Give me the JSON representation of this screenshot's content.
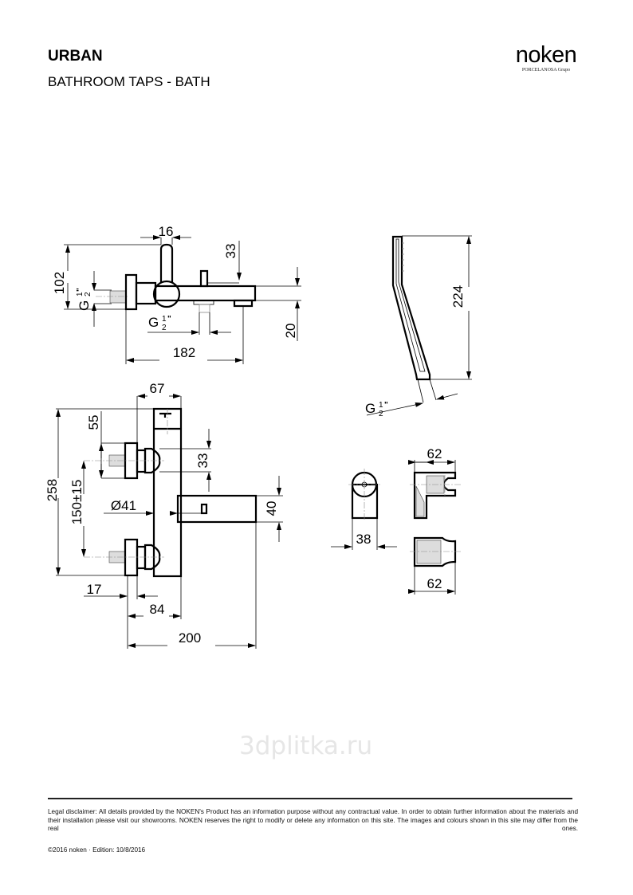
{
  "header": {
    "title": "URBAN",
    "subtitle": "BATHROOM TAPS - BATH",
    "logo": {
      "word": "noken",
      "tagline": "PORCELANOSA Grupo"
    }
  },
  "drawings": {
    "side_view": {
      "d16": "16",
      "d102": "102",
      "d33": "33",
      "d20": "20",
      "d182": "182",
      "thread_left": "G",
      "thread_bottom": "G",
      "frac_num": "1",
      "frac_den": "2",
      "inch": "\""
    },
    "front_view": {
      "d67": "67",
      "d258": "258",
      "d55": "55",
      "d33": "33",
      "d150": "150±15",
      "d41": "Ø41",
      "d40": "40",
      "d17": "17",
      "d84": "84",
      "d200": "200"
    },
    "hand_shower": {
      "d224": "224",
      "thread": "G",
      "frac_num": "1",
      "frac_den": "2",
      "inch": "\""
    },
    "holder": {
      "d62_top": "62",
      "d38": "38",
      "d62_bottom": "62"
    }
  },
  "watermark": "3dplitka.ru",
  "footer": {
    "disclaimer": "Legal disclaimer: All details provided by the NOKEN's Product has an information purpose without any contractual value. In order to obtain further information about the materials and their installation please visit our showrooms. NOKEN reserves the right to modify or delete any information on this site. The images and colours shown in this site may differ from the real ones.",
    "edition": "©2016 noken · Edition: 10/8/2016"
  }
}
